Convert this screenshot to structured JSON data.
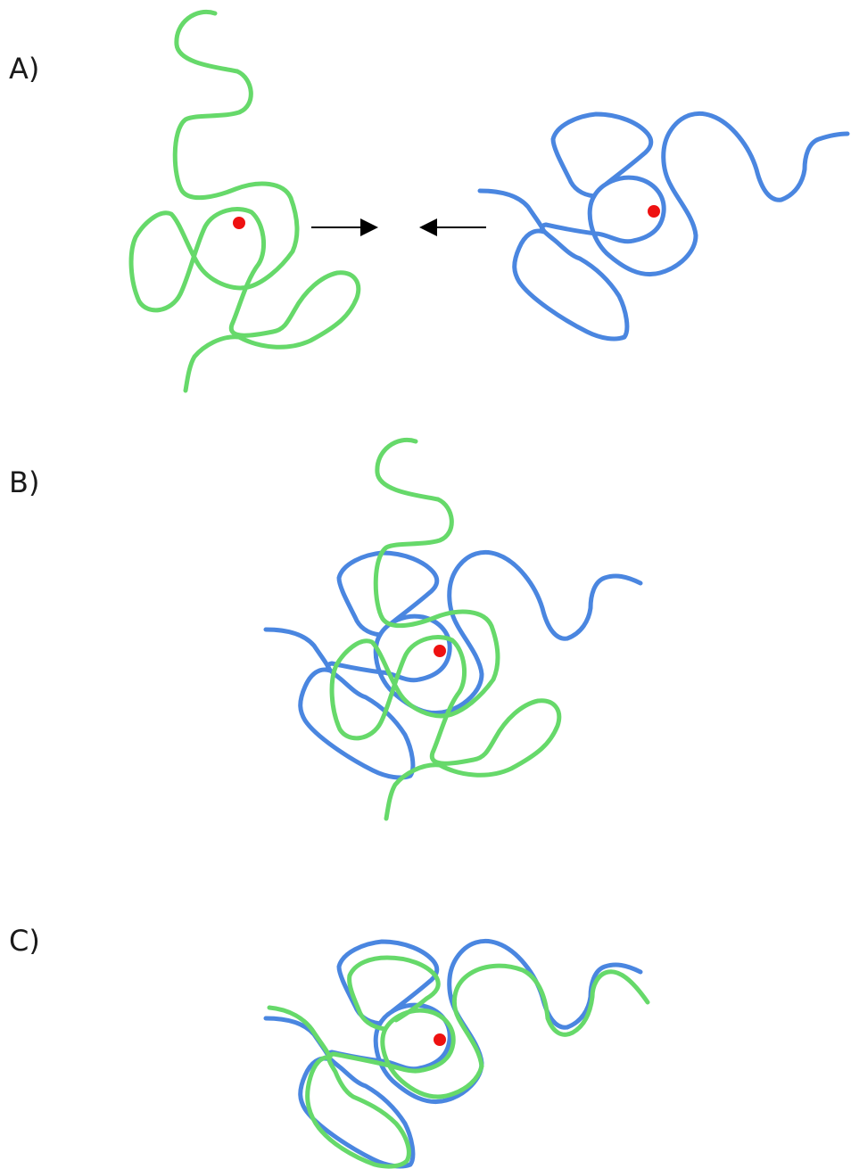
{
  "panels": [
    {
      "id": "A",
      "label": "A)"
    },
    {
      "id": "B",
      "label": "B)"
    },
    {
      "id": "C",
      "label": "C)"
    }
  ],
  "colors": {
    "chain_green": "#66d96a",
    "chain_blue": "#4a86e0",
    "center_dot": "#ee1111",
    "arrow": "#000000",
    "label_text": "#1a1a1a"
  },
  "icons": {
    "center_marker": "red-dot-icon",
    "approach_arrow": "arrow-icon"
  }
}
